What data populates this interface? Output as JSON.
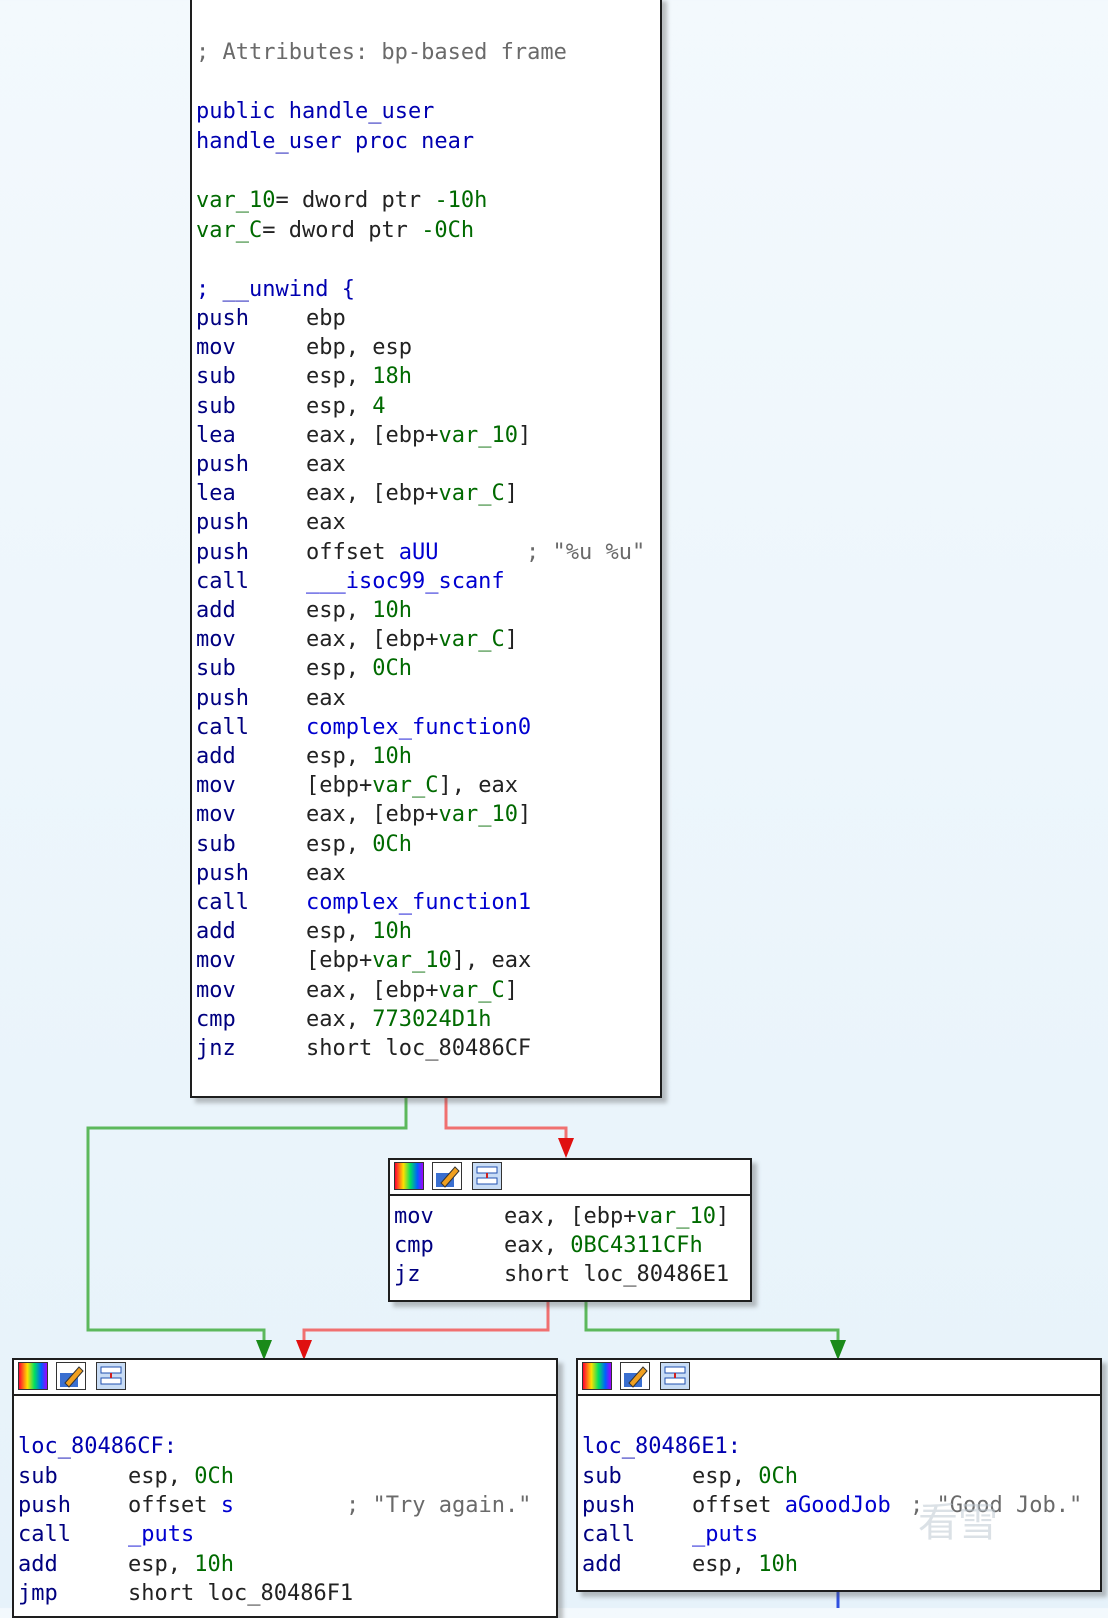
{
  "func_block": {
    "header_comment": "; Attributes: bp-based frame",
    "decl1": {
      "kw": "public",
      "name": "handle_user"
    },
    "decl2": {
      "name": "handle_user",
      "kw": "proc near"
    },
    "vars": [
      {
        "name": "var_10",
        "eq": "= dword ptr ",
        "val": "-10h"
      },
      {
        "name": "var_C",
        "eq": "= dword ptr ",
        "val": "-0Ch"
      }
    ],
    "unwind": "; __unwind {",
    "instrs": [
      {
        "m": "push",
        "o": "ebp"
      },
      {
        "m": "mov",
        "o": "ebp, esp"
      },
      {
        "m": "sub",
        "o": "esp, 18h"
      },
      {
        "m": "sub",
        "o": "esp, 4"
      },
      {
        "m": "lea",
        "o": "eax, [ebp+var_10]"
      },
      {
        "m": "push",
        "o": "eax"
      },
      {
        "m": "lea",
        "o": "eax, [ebp+var_C]"
      },
      {
        "m": "push",
        "o": "eax"
      },
      {
        "m": "push",
        "o": "offset aUU",
        "c": "; \"%u %u\""
      },
      {
        "m": "call",
        "o": "___isoc99_scanf"
      },
      {
        "m": "add",
        "o": "esp, 10h"
      },
      {
        "m": "mov",
        "o": "eax, [ebp+var_C]"
      },
      {
        "m": "sub",
        "o": "esp, 0Ch"
      },
      {
        "m": "push",
        "o": "eax"
      },
      {
        "m": "call",
        "o": "complex_function0"
      },
      {
        "m": "add",
        "o": "esp, 10h"
      },
      {
        "m": "mov",
        "o": "[ebp+var_C], eax"
      },
      {
        "m": "mov",
        "o": "eax, [ebp+var_10]"
      },
      {
        "m": "sub",
        "o": "esp, 0Ch"
      },
      {
        "m": "push",
        "o": "eax"
      },
      {
        "m": "call",
        "o": "complex_function1"
      },
      {
        "m": "add",
        "o": "esp, 10h"
      },
      {
        "m": "mov",
        "o": "[ebp+var_10], eax"
      },
      {
        "m": "mov",
        "o": "eax, [ebp+var_C]"
      },
      {
        "m": "cmp",
        "o": "eax, 773024D1h"
      },
      {
        "m": "jnz",
        "o": "short loc_80486CF"
      }
    ]
  },
  "mid_block": {
    "instrs": [
      {
        "m": "mov",
        "o": "eax, [ebp+var_10]"
      },
      {
        "m": "cmp",
        "o": "eax, 0BC4311CFh"
      },
      {
        "m": "jz",
        "o": "short loc_80486E1"
      }
    ]
  },
  "left_block": {
    "label": "loc_80486CF:",
    "instrs": [
      {
        "m": "sub",
        "o": "esp, 0Ch"
      },
      {
        "m": "push",
        "o": "offset s",
        "c": "; \"Try again.\""
      },
      {
        "m": "call",
        "o": "_puts"
      },
      {
        "m": "add",
        "o": "esp, 10h"
      },
      {
        "m": "jmp",
        "o": "short loc_80486F1"
      }
    ]
  },
  "right_block": {
    "label": "loc_80486E1:",
    "instrs": [
      {
        "m": "sub",
        "o": "esp, 0Ch"
      },
      {
        "m": "push",
        "o": "offset aGoodJob",
        "c": "; \"Good Job.\""
      },
      {
        "m": "call",
        "o": "_puts"
      },
      {
        "m": "add",
        "o": "esp, 10h"
      }
    ]
  },
  "icons": [
    "color-palette-icon",
    "edit-pencil-icon",
    "graph-view-icon"
  ],
  "colors": {
    "true_edge": "#2a9d2a",
    "false_edge": "#e83030",
    "flow_edge": "#3050e0",
    "green_arrow": "#1a8a1a",
    "red_arrow": "#e01010"
  },
  "watermark": "看雪"
}
